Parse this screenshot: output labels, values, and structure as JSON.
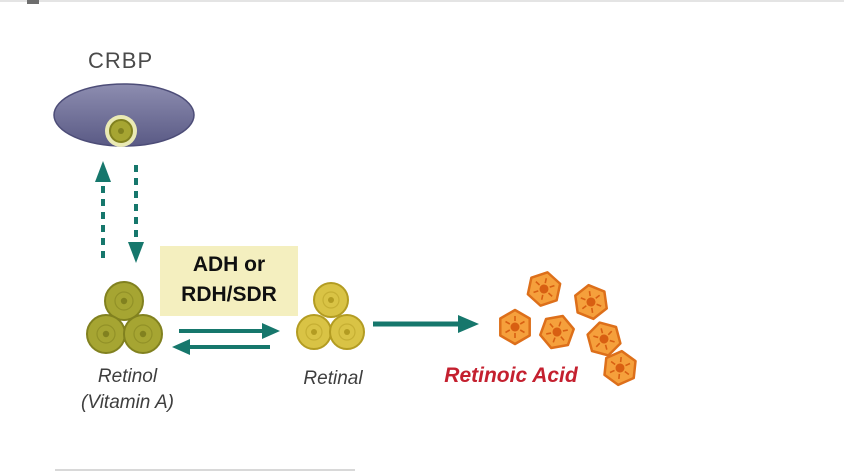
{
  "diagram": {
    "nodes": {
      "crbp": {
        "label": "CRBP"
      },
      "retinol": {
        "label": "Retinol",
        "sublabel": "(Vitamin A)"
      },
      "retinal": {
        "label": "Retinal"
      },
      "retinoic_acid": {
        "label": "Retinoic Acid"
      }
    },
    "enzyme": {
      "line1": "ADH or",
      "line2": "RDH/SDR"
    },
    "arrows": [
      {
        "between": "crbp-retinol",
        "style": "dashed",
        "direction": "bidirectional"
      },
      {
        "between": "retinol-retinal",
        "style": "solid",
        "direction": "bidirectional",
        "enzyme_label": "ADH or RDH/SDR"
      },
      {
        "between": "retinal-retinoic_acid",
        "style": "solid",
        "direction": "forward"
      }
    ],
    "colors": {
      "background": "#ffffff",
      "arrow": "#16776c",
      "crbp_fill_light": "#8d8db0",
      "crbp_fill_dark": "#5a5a85",
      "crbp_stroke": "#4d4d78",
      "bound_halo": "#eaeab4",
      "retinol_fill": "#a6a532",
      "retinol_stroke": "#81811f",
      "retinal_fill": "#d9c345",
      "retinal_stroke": "#b39c22",
      "hex_fill": "#f5a03c",
      "hex_stroke": "#dd6f1a",
      "hex_center": "#d85f12",
      "enzyme_bg": "#f4efbf",
      "enzyme_text": "#101010",
      "label_text": "#3e3e3e",
      "retinoic_text": "#c4202f"
    }
  }
}
